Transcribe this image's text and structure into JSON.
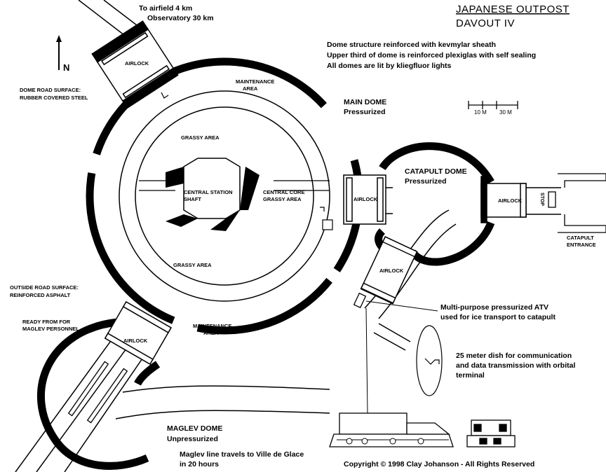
{
  "title": {
    "line1": "JAPANESE OUTPOST",
    "line2": "DAVOUT IV"
  },
  "notes": [
    "Dome structure reinforced with kevmylar sheath",
    "Upper third of dome is reinforced plexiglas with self sealing",
    "All domes are lit by kliegfluor lights"
  ],
  "top_directions": {
    "line1": "To airfield 4 km",
    "line2": "Observatory 30 km"
  },
  "north_label": "N",
  "scale": {
    "label_a": "10 M",
    "label_b": "30 M"
  },
  "domes": {
    "main": {
      "name": "MAIN DOME",
      "status": "Pressurized"
    },
    "catapult": {
      "name": "CATAPULT DOME",
      "status": "Pressurized"
    },
    "maglev": {
      "name": "MAGLEV DOME",
      "status": "Unpressurized"
    }
  },
  "areas": {
    "grassy_top": "GRASSY AREA",
    "grassy_bottom": "GRASSY AREA",
    "central_station_1": "CENTRAL STATION",
    "central_station_2": "SHAFT",
    "central_core_1": "CENTRAL CORE",
    "central_core_2": "GRASSY AREA",
    "maint_top_1": "MAINTENANCE",
    "maint_top_2": "AREA",
    "maint_bottom_1": "MAINTENANCE",
    "maint_bottom_2": "AREA"
  },
  "airlocks": {
    "north": "AIRLOCK",
    "east": "AIRLOCK",
    "catapult": "AIRLOCK",
    "southeast": "AIRLOCK",
    "southwest": "AIRLOCK"
  },
  "stop_label": "STOP",
  "left_notes": {
    "dome_road_1": "DOME ROAD SURFACE:",
    "dome_road_2": "RUBBER COVERED STEEL",
    "outside_road_1": "OUTSIDE ROAD SURFACE:",
    "outside_road_2": "REINFORCED ASPHALT",
    "ready_1": "READY FROM FOR",
    "ready_2": "MAGLEV PERSONNEL"
  },
  "catapult_entrance": {
    "line1": "CATAPULT",
    "line2": "ENTRANCE"
  },
  "atv_note": {
    "line1": "Multi-purpose pressurized ATV",
    "line2": "used for ice transport to catapult"
  },
  "dish_note": {
    "line1": "25 meter dish for communication",
    "line2": "and  data transmission with orbital",
    "line3": "terminal"
  },
  "maglev_note": {
    "line1": "Maglev line travels to Ville de Glace",
    "line2": "in 20 hours"
  },
  "copyright": "Copyright © 1998 Clay Johanson - All Rights Reserved"
}
